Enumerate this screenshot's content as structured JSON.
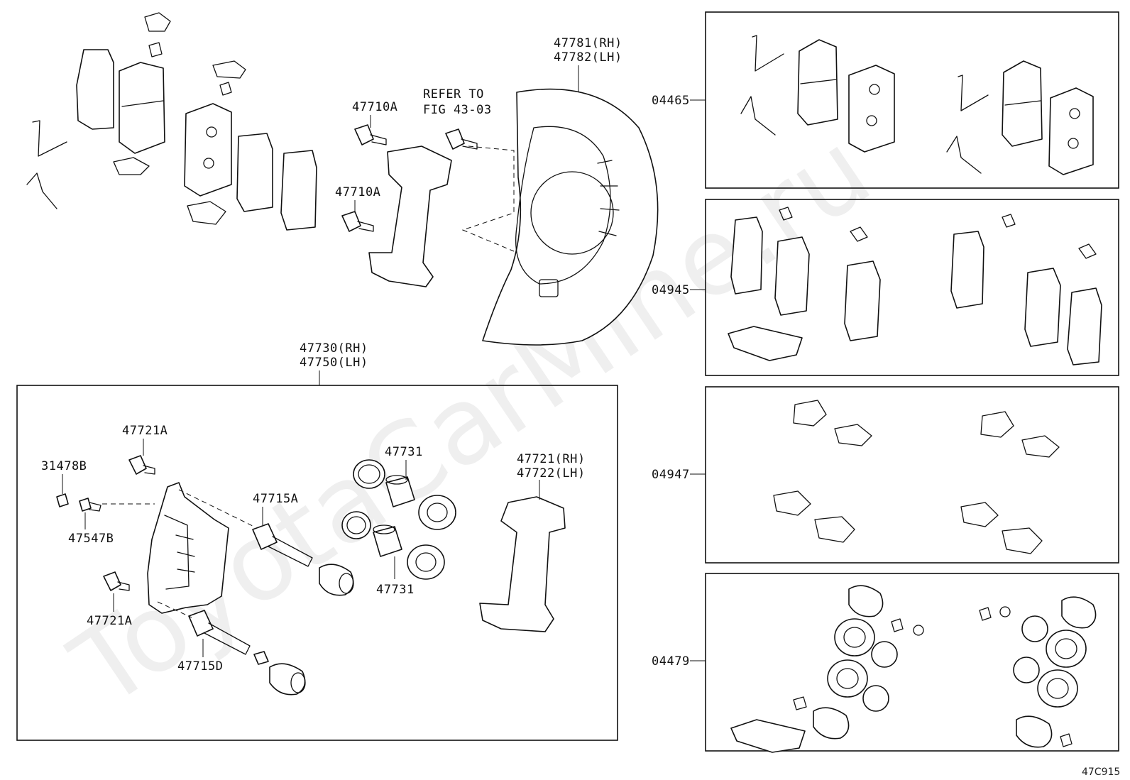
{
  "watermark": "ToyotaCarMine.ru",
  "figure_code": "47C915",
  "labels": {
    "rotor_cover_rh": "47781(RH)",
    "rotor_cover_lh": "47782(LH)",
    "refer_to": "REFER TO",
    "refer_fig": "FIG 43-03",
    "bolt_upper": "47710A",
    "bolt_lower": "47710A",
    "caliper_assy_rh": "47730(RH)",
    "caliper_assy_lh": "47750(LH)",
    "bolt_47721a_top": "47721A",
    "plug_31478b": "31478B",
    "bleeder_47547b": "47547B",
    "bolt_47721a_bottom": "47721A",
    "pin_47715a": "47715A",
    "pin_47715d": "47715D",
    "piston_top": "47731",
    "piston_bottom": "47731",
    "mounting_rh": "47721(RH)",
    "mounting_lh": "47722(LH)"
  },
  "kits": [
    {
      "code": "04465"
    },
    {
      "code": "04945"
    },
    {
      "code": "04947"
    },
    {
      "code": "04479"
    }
  ]
}
